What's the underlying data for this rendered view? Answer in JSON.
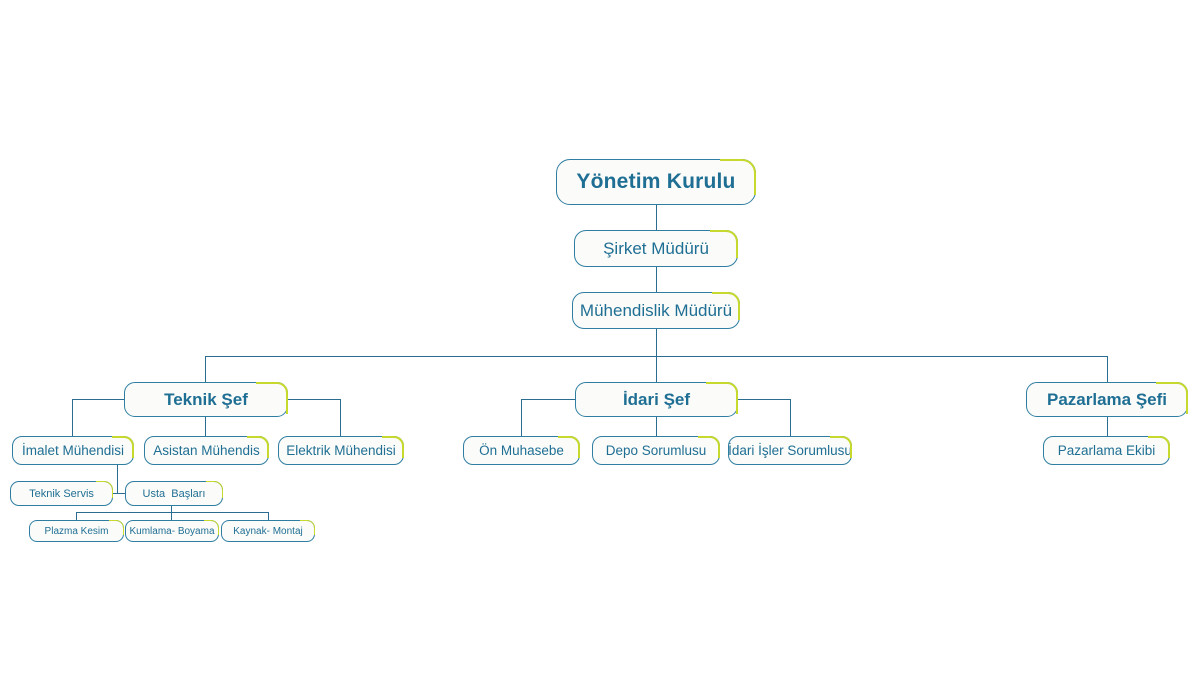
{
  "diagram": {
    "title": "Sirket Organizasyon Semasi",
    "type": "org-chart",
    "colors": {
      "node_border": "#2f7ea1",
      "node_accent": "#c6d92c",
      "node_fill": "#fbfbf9",
      "text": "#1f6f94",
      "connector": "#2b6d91",
      "background": "#ffffff"
    },
    "nodes": {
      "yonetim_kurulu": "Yönetim Kurulu",
      "sirket_muduru": "Şirket Müdürü",
      "muhendislik_muduru": "Mühendislik Müdürü",
      "teknik_sef": "Teknik Şef",
      "idari_sef": "İdari Şef",
      "pazarlama_sefi": "Pazarlama Şefi",
      "imalet_muhendisi": "İmalet Mühendisi",
      "asistan_muhendis": "Asistan Mühendis",
      "elektrik_muhendisi": "Elektrik Mühendisi",
      "on_muhasebe": "Ön Muhasebe",
      "depo_sorumlusu": "Depo Sorumlusu",
      "idari_isler_sorumlusu": "İdari İşler Sorumlusu",
      "pazarlama_ekibi": "Pazarlama Ekibi",
      "teknik_servis": "Teknik Servis",
      "usta_baslari": "Usta  Başları",
      "plazma_kesim": "Plazma Kesim",
      "kumlama_boyama": "Kumlama- Boyama",
      "kaynak_montaj": "Kaynak- Montaj"
    }
  }
}
